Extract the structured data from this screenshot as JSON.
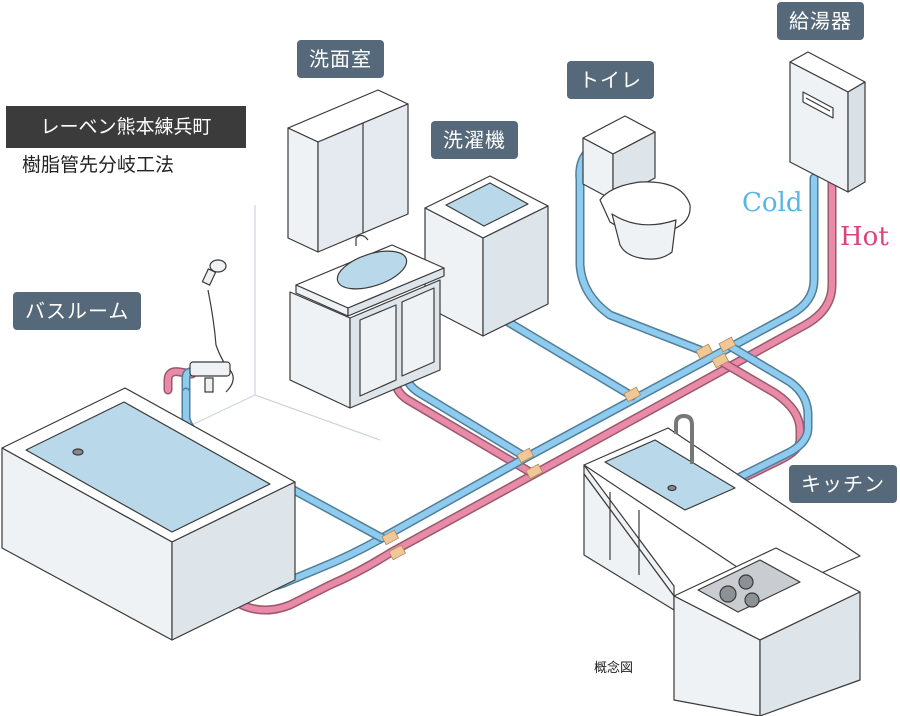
{
  "title": "レーベン熊本練兵町",
  "subtitle": "樹脂管先分岐工法",
  "labels": {
    "water_heater": "給湯器",
    "washroom": "洗面室",
    "washing_machine": "洗濯機",
    "toilet": "トイレ",
    "bathroom": "バスルーム",
    "kitchen": "キッチン"
  },
  "pipe_legend": {
    "cold": "Cold",
    "hot": "Hot"
  },
  "note": "概念図",
  "colors": {
    "tag_bg": "#56697a",
    "title_bg": "#3c3b3b",
    "cold_pipe": "#8fcbee",
    "hot_pipe": "#e88aa8",
    "cold_text": "#5ab4e6",
    "hot_text": "#d8457c",
    "fixture_fill": "#e9eef3",
    "water": "#b9d9ea",
    "joint": "#f0c898"
  }
}
